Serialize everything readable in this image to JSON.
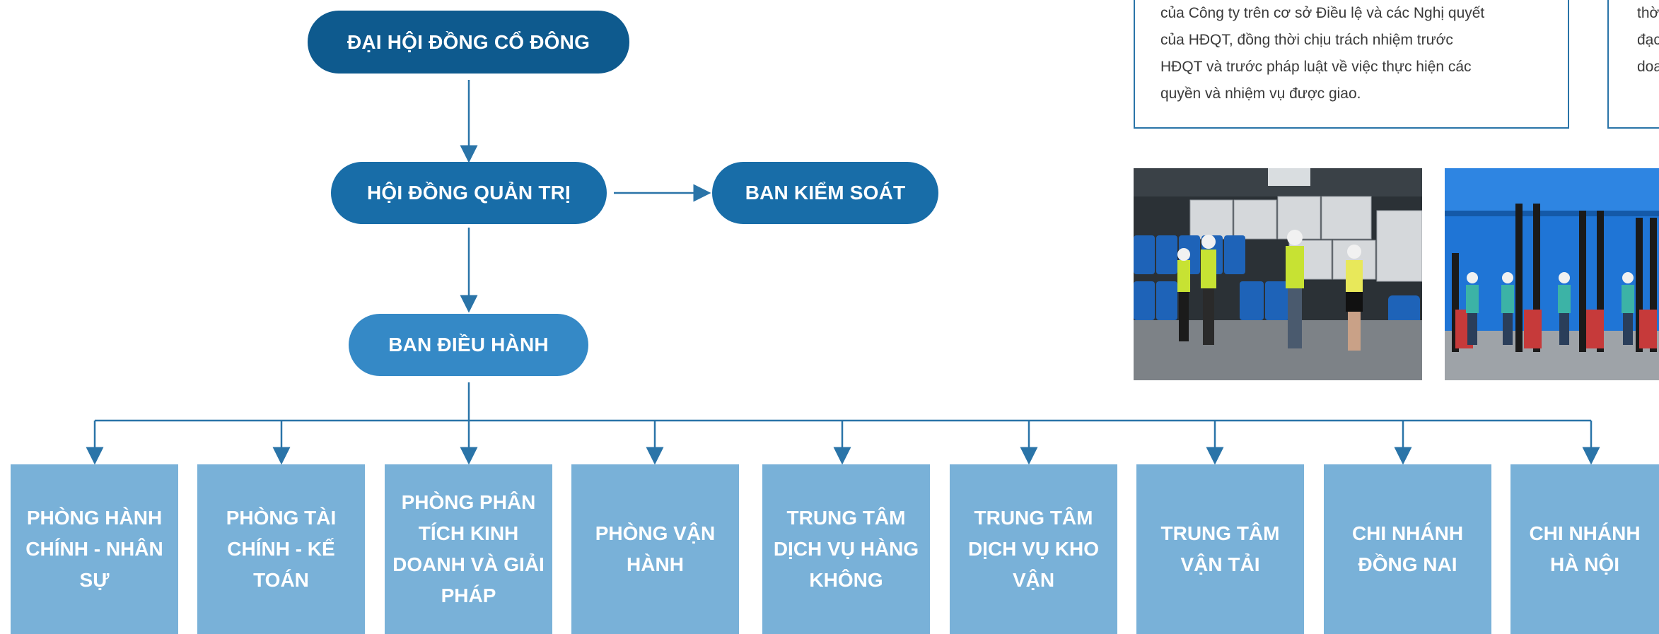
{
  "chart": {
    "top": "ĐẠI HỘI ĐỒNG CỔ ĐÔNG",
    "board": "HỘI ĐỒNG QUẢN TRỊ",
    "supervisory": "BAN KIỂM SOÁT",
    "executive": "BAN ĐIỀU HÀNH",
    "departments": [
      "PHÒNG HÀNH CHÍNH - NHÂN SỰ",
      "PHÒNG TÀI CHÍNH - KẾ TOÁN",
      "PHÒNG PHÂN TÍCH KINH DOANH VÀ GIẢI PHÁP",
      "PHÒNG VẬN HÀNH",
      "TRUNG TÂM DỊCH VỤ HÀNG KHÔNG",
      "TRUNG TÂM DỊCH VỤ KHO VẬN",
      "TRUNG TÂM VẬN TẢI",
      "CHI NHÁNH ĐỒNG NAI",
      "CHI NHÁNH HÀ NỘI"
    ]
  },
  "text_left": {
    "lines": [
      "của Công ty trên cơ sở Điều lệ và các Nghị quyết",
      "của HĐQT, đồng thời chịu trách nhiệm trước",
      "HĐQT và trước pháp luật về việc thực hiện các",
      "quyền và nhiệm vụ được giao."
    ]
  },
  "text_right": {
    "lines": [
      "thờ",
      "đạc",
      "doa"
    ]
  },
  "photos": {
    "left_icon": "warehouse-inspection-photo",
    "right_icon": "forklift-team-photo"
  },
  "colors": {
    "dark_blue": "#0e5a8e",
    "mid_blue": "#186da8",
    "light_blue": "#3589c6",
    "dept_blue": "#79b1d8",
    "line_blue": "#2a74a8"
  }
}
